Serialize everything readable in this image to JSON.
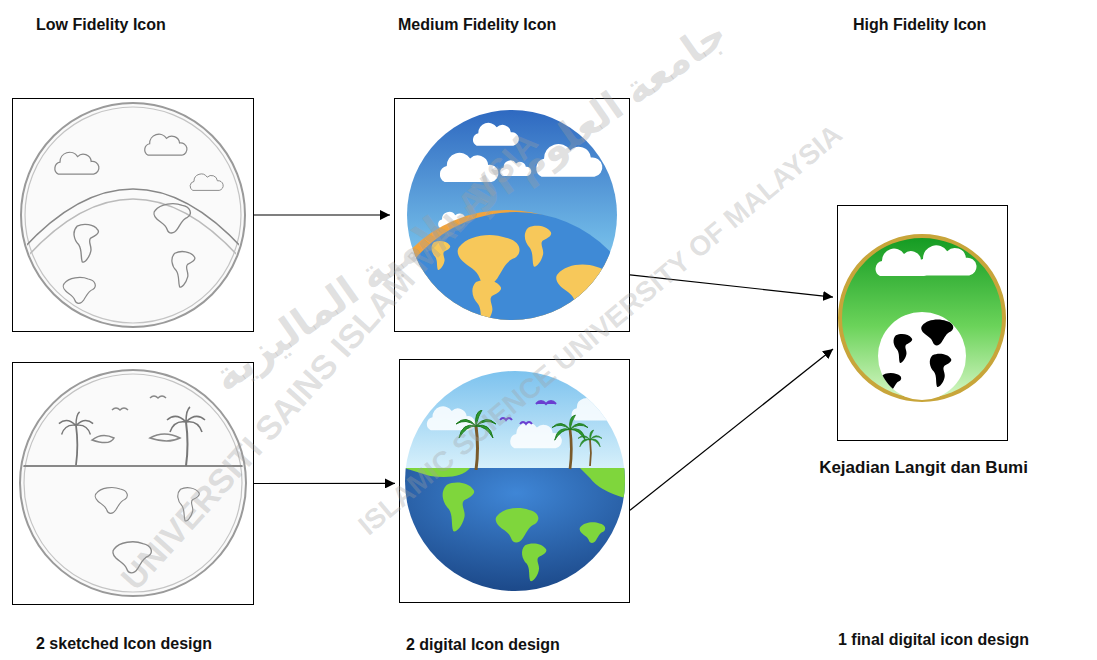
{
  "diagram": {
    "nodes": [
      {
        "text": [
          "Low Fidelity Icon"
        ]
      },
      {
        "text": [
          "2 sketched Icon design"
        ]
      },
      {
        "text": [
          "Medium Fidelity Icon"
        ]
      },
      {
        "text": [
          "2 digital Icon design"
        ]
      },
      {
        "text": [
          "High Fidelity Icon",
          "Kejadian Langit dan Bumi",
          "1 final digital icon design"
        ]
      }
    ],
    "edges": [
      {
        "from": 0,
        "to": 2,
        "arrow": "to"
      },
      {
        "from": 1,
        "to": 3,
        "arrow": "to"
      },
      {
        "from": 2,
        "to": 4,
        "arrow": "to"
      },
      {
        "from": 3,
        "to": 4,
        "arrow": "to"
      }
    ],
    "labels": [
      "UNIVERSITI SAINS ISLAM MALAYSIA",
      "ISLAMIC SCIENCE UNIVERSITY OF MALAYSIA",
      "جامعة العلوم الإسلامية الماليزية"
    ]
  }
}
